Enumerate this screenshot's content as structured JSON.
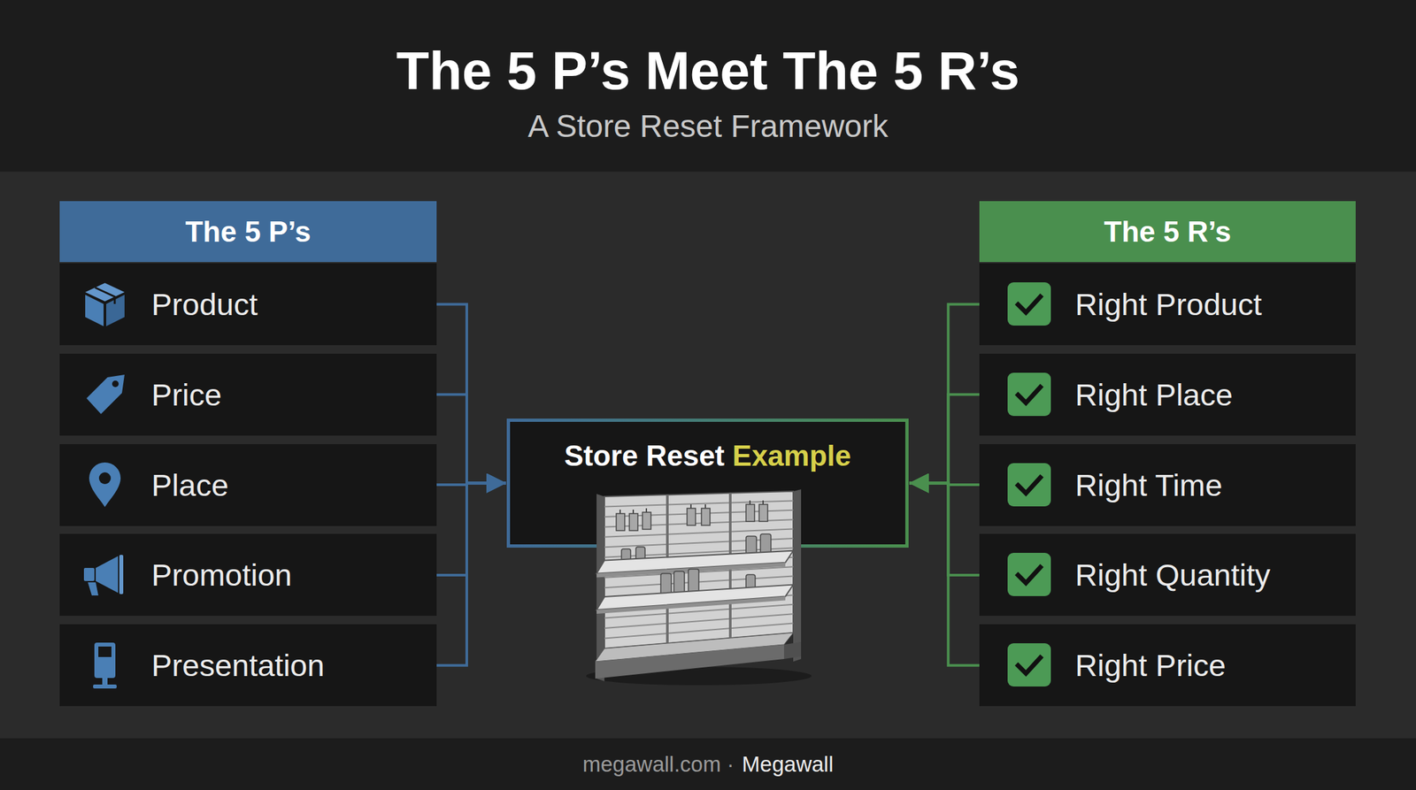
{
  "diagram": {
    "title": "The 5 P’s Meet The 5 R’s",
    "nodes": [
      {
        "text": [
          "The 5 P’s"
        ]
      },
      {
        "text": [
          "Product"
        ],
        "in": 0
      },
      {
        "text": [
          "Price"
        ],
        "in": 0
      },
      {
        "text": [
          "Place"
        ],
        "in": 0
      },
      {
        "text": [
          "Promotion"
        ],
        "in": 0
      },
      {
        "text": [
          "Presentation"
        ],
        "in": 0
      },
      {
        "text": [
          "Store Reset",
          "Example"
        ]
      },
      {
        "text": [
          "The 5 R’s"
        ]
      },
      {
        "text": [
          "Right Product"
        ],
        "in": 7
      },
      {
        "text": [
          "Right Place"
        ],
        "in": 7
      },
      {
        "text": [
          "Right Time"
        ],
        "in": 7
      },
      {
        "text": [
          "Right Quantity"
        ],
        "in": 7
      },
      {
        "text": [
          "Right Price"
        ],
        "in": 7
      }
    ],
    "edges": [
      {
        "from": 1,
        "to": 6,
        "arrow": "to"
      },
      {
        "from": 2,
        "to": 6,
        "arrow": "to"
      },
      {
        "from": 3,
        "to": 6,
        "arrow": "to"
      },
      {
        "from": 4,
        "to": 6,
        "arrow": "to"
      },
      {
        "from": 5,
        "to": 6,
        "arrow": "to"
      },
      {
        "from": 8,
        "to": 6,
        "arrow": "to"
      },
      {
        "from": 9,
        "to": 6,
        "arrow": "to"
      },
      {
        "from": 10,
        "to": 6,
        "arrow": "to"
      },
      {
        "from": 11,
        "to": 6,
        "arrow": "to"
      },
      {
        "from": 12,
        "to": 6,
        "arrow": "to"
      }
    ],
    "labels": [
      "A Store Reset Framework",
      "megawall.com ·",
      "Megawall"
    ]
  }
}
